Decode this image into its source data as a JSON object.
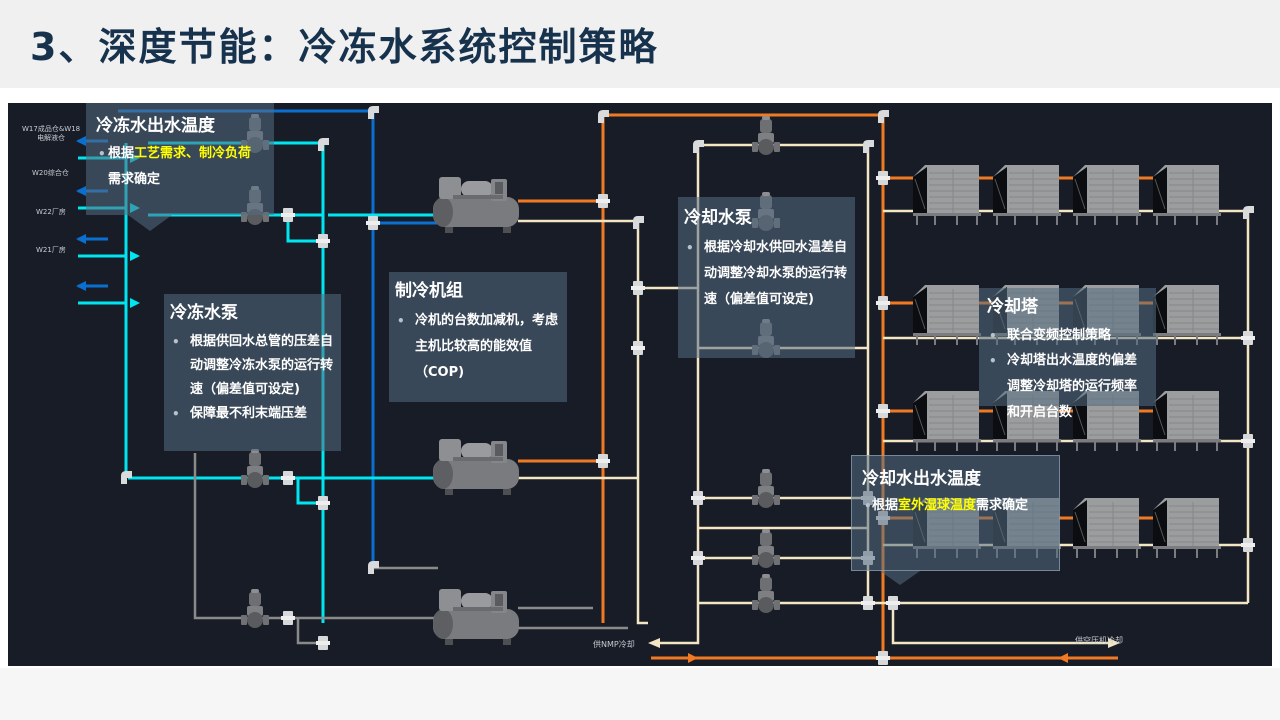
{
  "header": {
    "title": "3、深度节能：冷冻水系统控制策略"
  },
  "colors": {
    "chilled_supply": "#00e5f0",
    "chilled_return": "#0a6fd0",
    "cooling_supply": "#f07a23",
    "cooling_return": "#f3e6c3",
    "standby_pipe": "#8a8a8a",
    "highlight_text": "#ffff00",
    "panel_bg": "#181c26",
    "title_color": "#17324d"
  },
  "diagram": {
    "branch_labels": [
      {
        "line1": "W17成品仓&W18",
        "line2": "电解液仓"
      },
      {
        "line1": "W20综合仓",
        "line2": ""
      },
      {
        "line1": "W22厂房",
        "line2": ""
      },
      {
        "line1": "W21厂房",
        "line2": ""
      }
    ],
    "bottom_labels": {
      "nmp": "供NMP冷却",
      "air_compressor": "供空压机冷却"
    },
    "equipment": {
      "chillers": 3,
      "chilled_water_pumps": 4,
      "cooling_water_pumps": 6,
      "cooling_towers": 16
    }
  },
  "callouts": {
    "chilled_outlet_temp": {
      "title": "冷冻水出水温度",
      "bullet_prefix": "根据",
      "bullet_hl": "工艺需求、制冷负荷",
      "bullet_suffix": "需求确定"
    },
    "chilled_pump": {
      "title": "冷冻水泵",
      "bullets": [
        "根据供回水总管的压差自动调整冷冻水泵的运行转速（偏差值可设定)",
        "保障最不利末端压差"
      ]
    },
    "chiller_unit": {
      "title": "制冷机组",
      "bullets": [
        "冷机的台数加减机，考虑主机比较高的能效值（COP)"
      ]
    },
    "cooling_pump": {
      "title": "冷却水泵",
      "bullets": [
        "根据冷却水供回水温差自动调整冷却水泵的运行转速（偏差值可设定)"
      ]
    },
    "cooling_tower": {
      "title": "冷却塔",
      "bullet_hl": "联合变频控制策略",
      "bullets": [
        "冷却塔出水温度的偏差调整冷却塔的运行频率和开启台数"
      ]
    },
    "cooling_outlet_temp": {
      "title": "冷却水出水温度",
      "bullet_prefix": "根据",
      "bullet_hl": "室外湿球温度",
      "bullet_suffix": "需求确定"
    }
  }
}
